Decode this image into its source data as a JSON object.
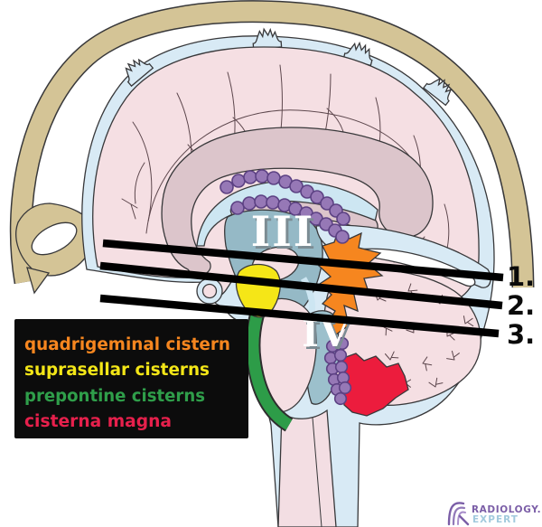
{
  "figure": {
    "ventricle_labels": {
      "third": "III",
      "fourth": "IV"
    },
    "markers": {
      "m1": "1.",
      "m2": "2.",
      "m3": "3."
    }
  },
  "legend": {
    "background": "#0c0c0c",
    "items": [
      {
        "label": "quadrigeminal cistern",
        "color": "#f6861f"
      },
      {
        "label": "suprasellar cisterns",
        "color": "#f3e617"
      },
      {
        "label": "prepontine cisterns",
        "color": "#2f9e4a"
      },
      {
        "label": "cisterna magna",
        "color": "#e7204c"
      }
    ]
  },
  "logo": {
    "top": "RADIOLOGY.",
    "bottom": "EXPERT",
    "top_color": "#7b5ea7",
    "bottom_color": "#a2cadd"
  },
  "colors": {
    "skull": "#d4c496",
    "csf": "#d8eaf5",
    "brain": "#f5dfe3",
    "cord": "#f3dee3",
    "corpus_callosum": "#dcc5cb",
    "ventricle": "#cde6f2",
    "third_ventricle": "#95b9c6",
    "fourth_ventricle": "#9cc0cc",
    "choroid_plexus": "#9678b6",
    "quadrigeminal_cistern": "#f6861f",
    "suprasellar_cistern": "#f5e617",
    "prepontine_cistern": "#2d9c48",
    "cisterna_magna": "#ec1c3d",
    "annotation": "#000000"
  }
}
